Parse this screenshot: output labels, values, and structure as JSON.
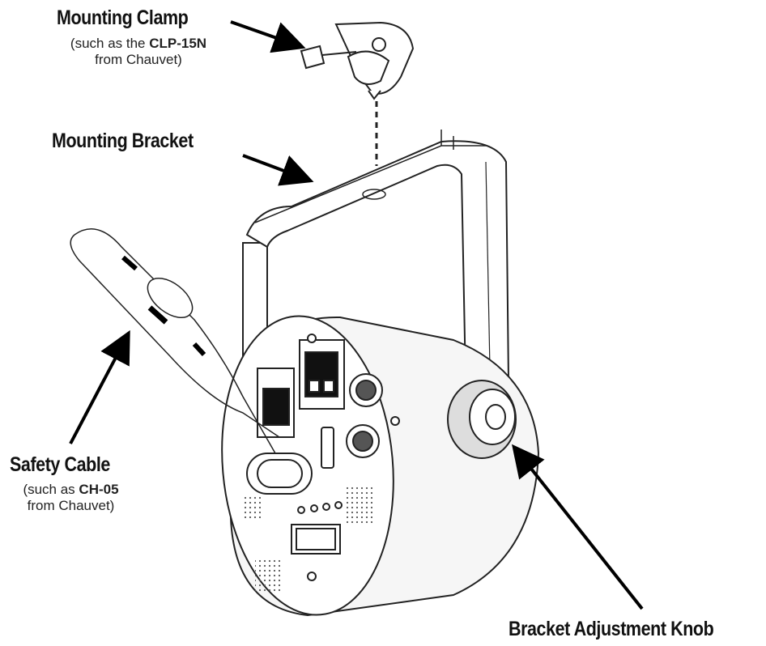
{
  "callouts": {
    "mounting_clamp": {
      "title": "Mounting Clamp",
      "sub_prefix": "(such as the ",
      "sub_model": "CLP-15N",
      "sub_suffix": "from Chauvet)"
    },
    "mounting_bracket": {
      "title": "Mounting Bracket"
    },
    "safety_cable": {
      "title": "Safety Cable",
      "sub_prefix": "(such as ",
      "sub_model": "CH-05",
      "sub_suffix": "from Chauvet)"
    },
    "bracket_knob": {
      "title": "Bracket Adjustment Knob"
    }
  }
}
